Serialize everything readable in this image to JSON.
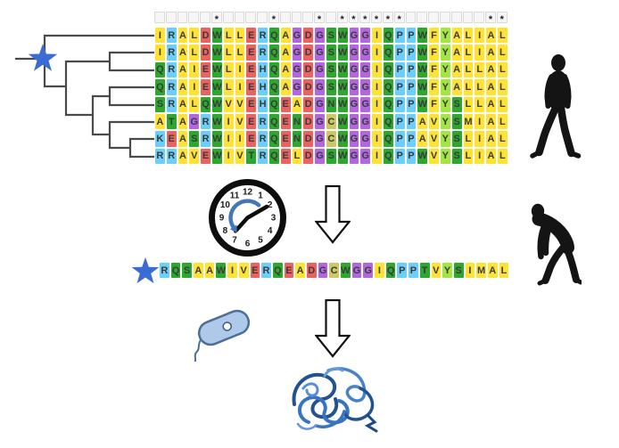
{
  "figure": {
    "type": "ancestral-sequence-reconstruction-figure"
  },
  "alignment": {
    "num_columns": 31,
    "conserved_marker": "*",
    "conserved_columns": [
      6,
      11,
      15,
      17,
      18,
      19,
      20,
      21,
      22,
      30,
      31
    ],
    "sequences": [
      "IRALDWLLERQAGDGSWGGIQPPWFYALIAL",
      "IRALDWLLERQAGDGSWGGIQPPWFYALIAL",
      "QRAIEWLIEHQAGDGSWGGIQPPWFYALLAL",
      "QRAIEWLIEHQAGDGSWGGIQPPWFYALLAL",
      "SRALQWVVEHQEADGNWGGIQPPWFYSLLAL",
      "ATAGRWIVERQENDGCWGGIQPPAVYSMIAL",
      "KEASRWIIERQENDGCWGGIQPPAVYSLIAL",
      "RRAVEWIVTRQELDGSWGGIQPPWVYSLIAL"
    ]
  },
  "ancestral": {
    "sequence": "RQSAAWIVERQEADGCWGGIQPPTVYSIMAL"
  },
  "tree": {
    "topology": "(1,((2,3),((4,5),(6,(7,8)))))",
    "root_marker": "star"
  },
  "residue_colors": {
    "A": "#FFE236",
    "I": "#FFE236",
    "L": "#FFE236",
    "V": "#FFE236",
    "M": "#FFE236",
    "F": "#FFE236",
    "R": "#6CCFFB",
    "K": "#6CCFFB",
    "H": "#6CCFFB",
    "P": "#6CCFFB",
    "D": "#EA6360",
    "E": "#EA6360",
    "Q": "#2EA72E",
    "N": "#2EA72E",
    "S": "#2EA72E",
    "T": "#2EA72E",
    "W": "#2EA72E",
    "G": "#B266E0",
    "Y": "#A3E643",
    "C": "#CCC865"
  },
  "clock": {
    "numbers": [
      "12",
      "1",
      "2",
      "3",
      "4",
      "5",
      "6",
      "7",
      "8",
      "9",
      "10",
      "11"
    ],
    "arrow_direction": "counterclockwise"
  },
  "icons": {
    "root_star": "star-icon",
    "ancestor_star": "star-icon",
    "clock": "clock-icon",
    "down_arrow": "down-arrow-icon",
    "human": "human-silhouette",
    "hominid": "hominid-silhouette",
    "bacterium": "bacterium-icon",
    "protein": "protein-ribbon-icon"
  },
  "colors": {
    "star_blue": "#3B6CD4",
    "tree_line": "#4A4A4A",
    "clock_outline": "#0d0d0d",
    "clock_arrow_blue": "#4377B8",
    "silhouette_black": "#141414",
    "arrow_fill": "#FFFFFF",
    "arrow_outline": "#111111",
    "bacterium_fill": "#AEC9E9",
    "bacterium_stroke": "#4E6F96",
    "protein_blue_dark": "#174A8B",
    "protein_blue": "#2E6DBC",
    "protein_blue_light": "#5C95D6"
  }
}
